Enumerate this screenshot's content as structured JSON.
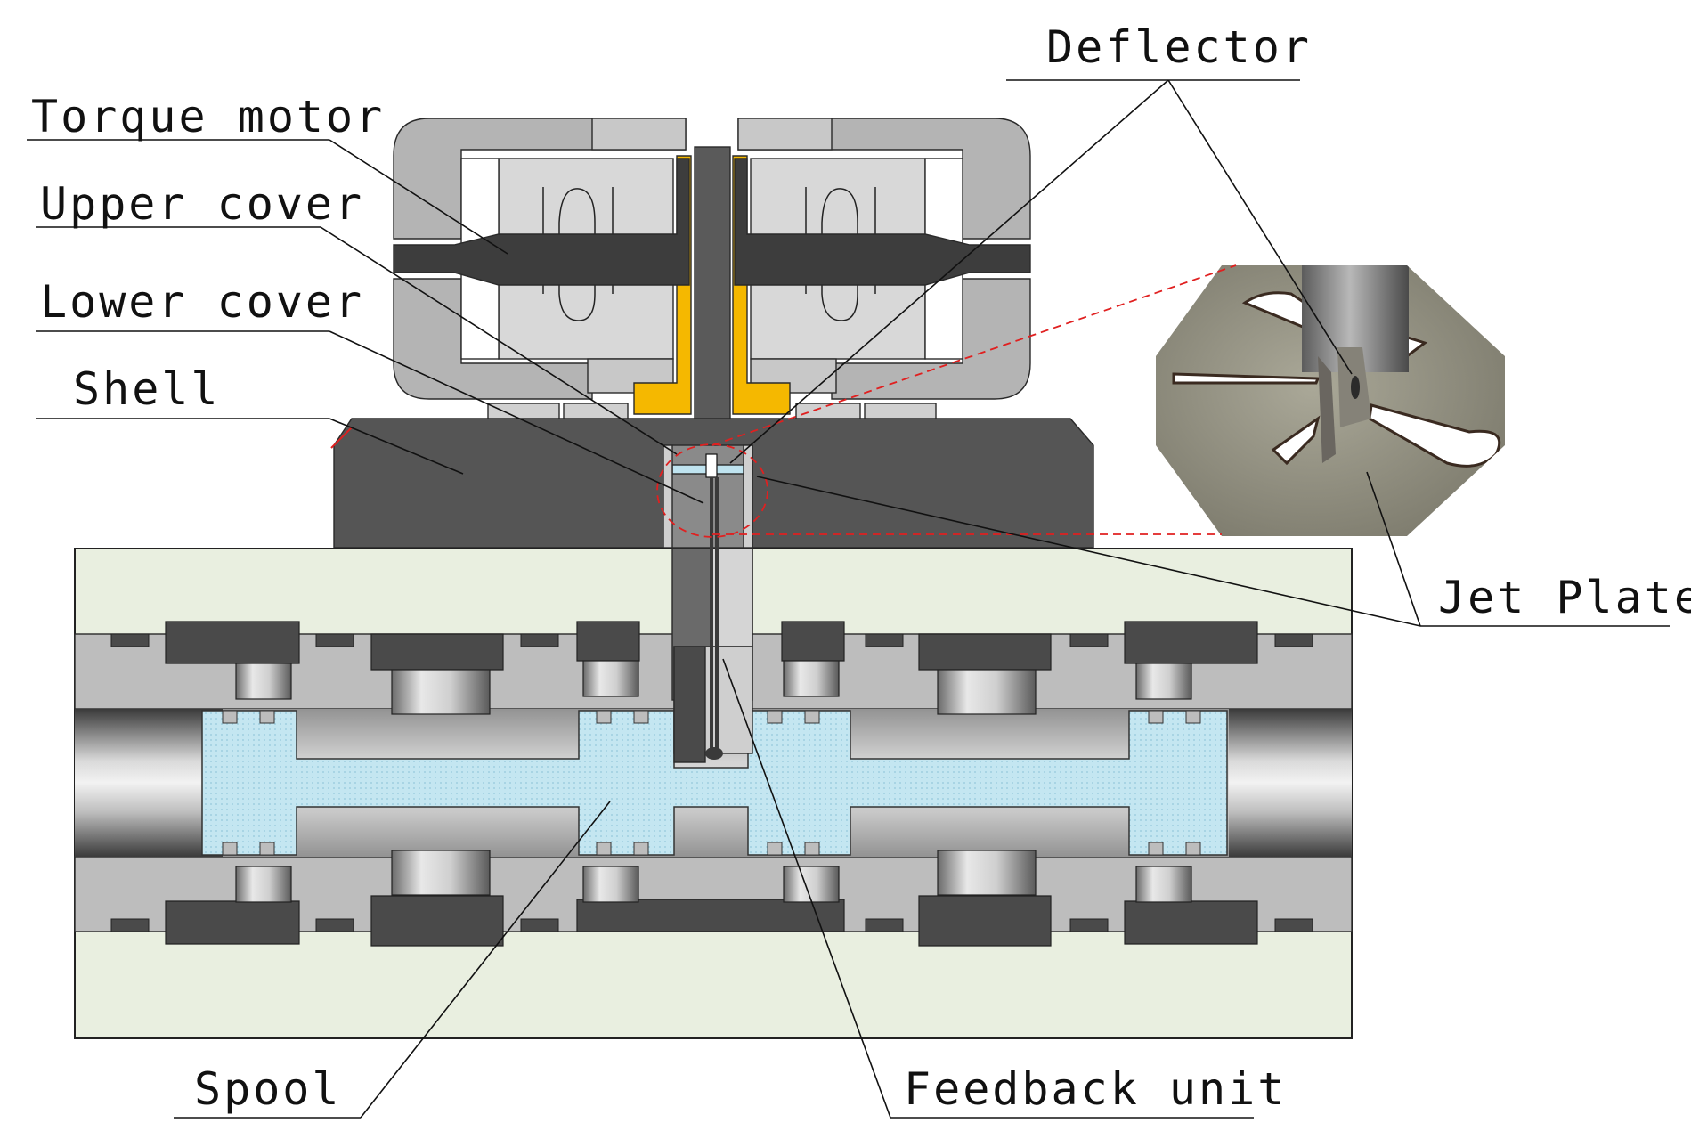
{
  "labels": {
    "deflector": "Deflector",
    "torque_motor": "Torque motor",
    "upper_cover": "Upper cover",
    "lower_cover": "Lower cover",
    "shell": "Shell",
    "jet_plate": "Jet Plate",
    "spool": "Spool",
    "feedback_unit": "Feedback unit"
  },
  "colors": {
    "magnet_frame": "#b4b4b4",
    "coil_region": "#d8d8d8",
    "armature": "#3d3d3d",
    "yellow_part": "#f5b800",
    "shell": "#555555",
    "body": "#e9efe0",
    "sleeve": "#bdbdbd",
    "land_dark": "#4a4a4a",
    "fluid": "#bfe3ef",
    "detail_bg": "#8f8e80",
    "callout_line": "#e02020"
  }
}
